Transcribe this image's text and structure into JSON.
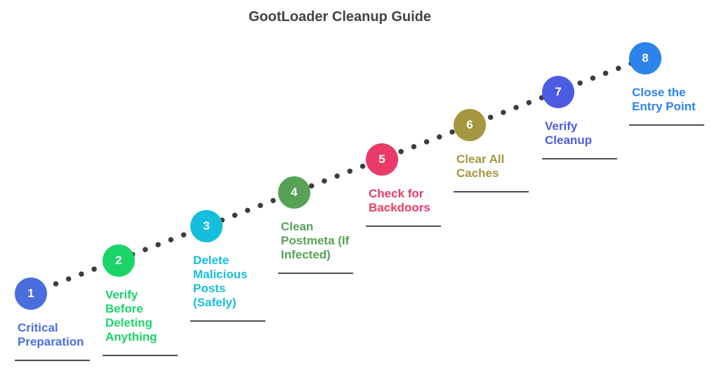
{
  "title": "GootLoader Cleanup Guide",
  "palette": {
    "background": "#ffffff",
    "title_color": "#3f4347",
    "connector_dot_color": "#3d3d3d",
    "underline_color": "#4d4d4d",
    "step_number_color": "#ffffff"
  },
  "steps": [
    {
      "number": "1",
      "label": "Critical Preparation",
      "color": "#4a6edd"
    },
    {
      "number": "2",
      "label": "Verify Before Deleting Anything",
      "color": "#1bd468"
    },
    {
      "number": "3",
      "label": "Delete Malicious Posts (Safely)",
      "color": "#16bede"
    },
    {
      "number": "4",
      "label": "Clean Postmeta (If Infected)",
      "color": "#57a257"
    },
    {
      "number": "5",
      "label": "Check for Backdoors",
      "color": "#e93a68"
    },
    {
      "number": "6",
      "label": "Clear All Caches",
      "color": "#a4973f"
    },
    {
      "number": "7",
      "label": "Verify Cleanup",
      "color": "#4b5ce1"
    },
    {
      "number": "8",
      "label": "Close the Entry Point",
      "color": "#2c83e9"
    }
  ]
}
